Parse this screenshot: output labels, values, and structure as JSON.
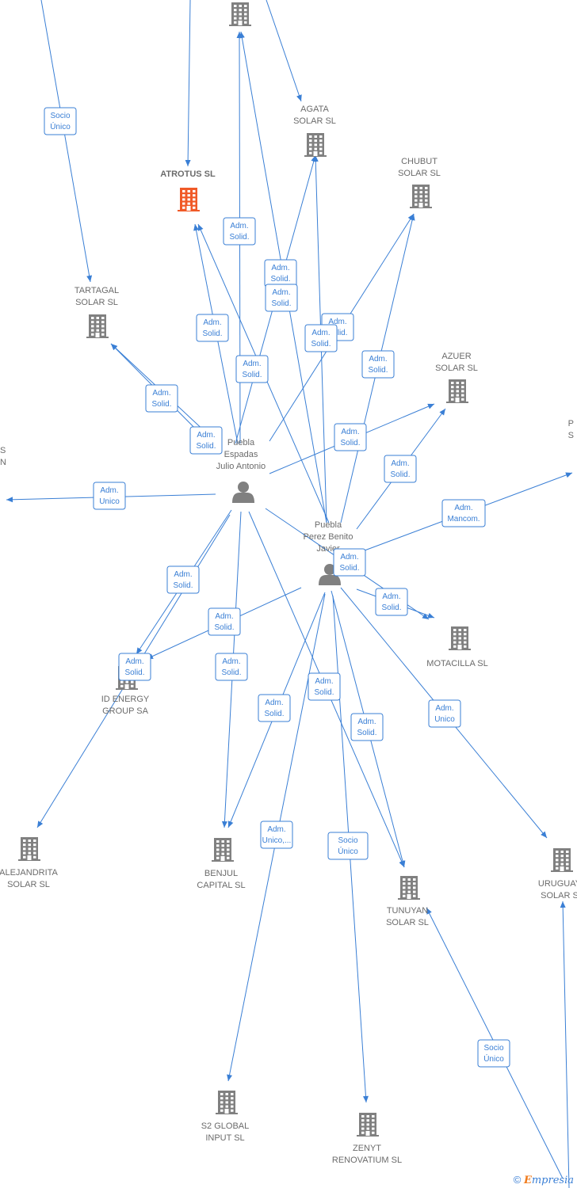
{
  "colors": {
    "edge": "#3a7fd5",
    "company": "#808080",
    "main_company": "#f05a28",
    "person": "#808080",
    "label": "#6b6b6b"
  },
  "nodes": [
    {
      "id": "top",
      "type": "company",
      "lines": []
    },
    {
      "id": "agata",
      "type": "company",
      "lines": [
        "AGATA",
        "SOLAR  SL"
      ]
    },
    {
      "id": "atrotus",
      "type": "company",
      "main": true,
      "lines": [
        "ATROTUS  SL"
      ]
    },
    {
      "id": "chubut",
      "type": "company",
      "lines": [
        "CHUBUT",
        "SOLAR  SL"
      ]
    },
    {
      "id": "tartagal",
      "type": "company",
      "lines": [
        "TARTAGAL",
        "SOLAR  SL"
      ]
    },
    {
      "id": "azuer",
      "type": "company",
      "lines": [
        "AZUER",
        "SOLAR  SL"
      ]
    },
    {
      "id": "edge_left",
      "type": "cut",
      "lines": [
        "S",
        "N"
      ]
    },
    {
      "id": "edge_right",
      "type": "cut",
      "lines": [
        "P",
        "S"
      ]
    },
    {
      "id": "julio",
      "type": "person",
      "lines": [
        "Puebla",
        "Espadas",
        "Julio Antonio"
      ]
    },
    {
      "id": "benito",
      "type": "person",
      "lines": [
        "Puebla",
        "Perez Benito",
        "Javier"
      ]
    },
    {
      "id": "motacilla",
      "type": "company",
      "lines": [
        "MOTACILLA SL"
      ]
    },
    {
      "id": "idenergy",
      "type": "company",
      "lines": [
        "ID ENERGY",
        "GROUP SA"
      ]
    },
    {
      "id": "alejandrita",
      "type": "company",
      "lines": [
        "ALEJANDRITA",
        "SOLAR  SL"
      ]
    },
    {
      "id": "benjul",
      "type": "company",
      "lines": [
        "BENJUL",
        "CAPITAL  SL"
      ]
    },
    {
      "id": "tunuyan",
      "type": "company",
      "lines": [
        "TUNUYAN",
        "SOLAR  SL"
      ]
    },
    {
      "id": "uruguay",
      "type": "company",
      "lines": [
        "URUGUAY",
        "SOLAR S"
      ]
    },
    {
      "id": "s2global",
      "type": "company",
      "lines": [
        "S2 GLOBAL",
        "INPUT  SL"
      ]
    },
    {
      "id": "zenyt",
      "type": "company",
      "lines": [
        "ZENYT",
        "RENOVATIUM SL"
      ]
    }
  ],
  "edges": [
    {
      "lines": [
        "Socio",
        "Único"
      ]
    },
    {
      "lines": []
    },
    {
      "lines": []
    },
    {
      "lines": [
        "Adm.",
        "Solid."
      ]
    },
    {
      "lines": [
        "Adm.",
        "Solid."
      ]
    },
    {
      "lines": [
        "Adm.",
        "Solid."
      ]
    },
    {
      "lines": [
        "Adm.",
        "Solid."
      ]
    },
    {
      "lines": [
        "Adm.",
        "Solid."
      ]
    },
    {
      "lines": [
        "Adm.",
        "Solid."
      ]
    },
    {
      "lines": [
        "Adm.",
        "Solid."
      ]
    },
    {
      "lines": [
        "Adm.",
        "Solid."
      ]
    },
    {
      "lines": [
        "Adm.",
        "Solid."
      ]
    },
    {
      "lines": [
        "Adm.",
        "Solid."
      ]
    },
    {
      "lines": [
        "Adm.",
        "Solid."
      ]
    },
    {
      "lines": [
        "Adm.",
        "Solid."
      ]
    },
    {
      "lines": [
        "Adm.",
        "Unico"
      ]
    },
    {
      "lines": [
        "Adm.",
        "Mancom."
      ]
    },
    {
      "lines": [
        "Adm.",
        "Solid."
      ]
    },
    {
      "lines": [
        "Adm.",
        "Solid."
      ]
    },
    {
      "lines": [
        "Adm.",
        "Solid."
      ]
    },
    {
      "lines": [
        "Adm.",
        "Solid."
      ]
    },
    {
      "lines": [
        "Adm.",
        "Solid."
      ]
    },
    {
      "lines": [
        "Adm.",
        "Solid."
      ]
    },
    {
      "lines": [
        "Adm.",
        "Solid."
      ]
    },
    {
      "lines": [
        "Adm.",
        "Solid."
      ]
    },
    {
      "lines": [
        "Adm.",
        "Solid."
      ]
    },
    {
      "lines": [
        "Adm.",
        "Unico"
      ]
    },
    {
      "lines": [
        "Adm.",
        "Unico,..."
      ]
    },
    {
      "lines": [
        "Socio",
        "Único"
      ]
    },
    {
      "lines": [
        "Socio",
        "Único"
      ]
    }
  ],
  "footer": {
    "copyright": "©",
    "brand_first": "E",
    "brand_rest": "mpresia"
  }
}
